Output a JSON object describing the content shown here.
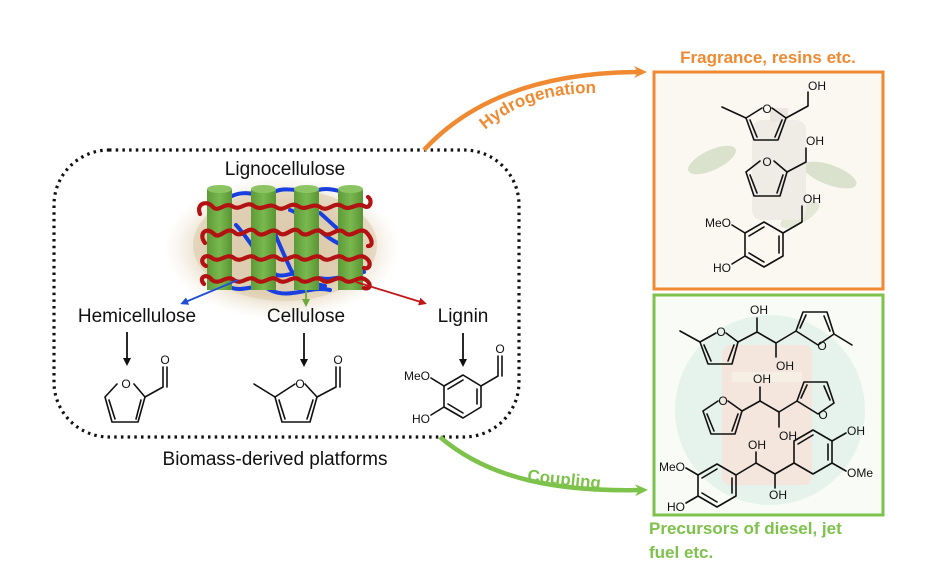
{
  "colors": {
    "hydrogenation": "#f08a32",
    "coupling": "#7dc24a",
    "hemicellulose_arrow": "#1f4fd8",
    "cellulose_arrow": "#6aab3c",
    "lignin_arrow": "#c01818",
    "cylinder": "#6fad45",
    "lignin_strand": "#b31212",
    "hemicellulose_strand": "#1a3fe0"
  },
  "source_group": {
    "title": "Lignocellulose",
    "caption": "Biomass-derived platforms",
    "components": [
      {
        "name": "Hemicellulose",
        "product": "furfural",
        "atoms": {
          "o_ring": "O",
          "o_carbonyl": "O"
        }
      },
      {
        "name": "Cellulose",
        "product": "5-methylfurfural",
        "atoms": {
          "o_ring": "O",
          "o_carbonyl": "O"
        }
      },
      {
        "name": "Lignin",
        "product": "vanillin",
        "atoms": {
          "o_carbonyl": "O",
          "meo": "MeO",
          "ho": "HO"
        }
      }
    ]
  },
  "pathways": {
    "hydrogenation": {
      "label": "Hydrogenation",
      "target_title": "Fragrance, resins etc.",
      "molecules": [
        {
          "name": "5-methylfurfuryl alcohol",
          "atoms": {
            "o": "O",
            "oh": "OH"
          }
        },
        {
          "name": "furfuryl alcohol",
          "atoms": {
            "o": "O",
            "oh": "OH"
          }
        },
        {
          "name": "vanillyl alcohol",
          "atoms": {
            "oh": "OH",
            "meo": "MeO",
            "ho": "HO"
          }
        }
      ]
    },
    "coupling": {
      "label": "Coupling",
      "target_title_line1": "Precursors of diesel, jet",
      "target_title_line2": "fuel etc.",
      "molecules": [
        {
          "name": "bis(5-methylfuryl) ethanediol",
          "atoms": {
            "oh1": "OH",
            "oh2": "OH",
            "o1": "O",
            "o2": "O"
          }
        },
        {
          "name": "bis(furyl) ethanediol",
          "atoms": {
            "oh1": "OH",
            "oh2": "OH",
            "o1": "O",
            "o2": "O"
          }
        },
        {
          "name": "bis(vanillyl) ethanediol",
          "atoms": {
            "oh1": "OH",
            "oh2": "OH",
            "meo": "MeO",
            "ho": "HO",
            "oh_r": "OH",
            "ome_r": "OMe"
          }
        }
      ]
    }
  }
}
